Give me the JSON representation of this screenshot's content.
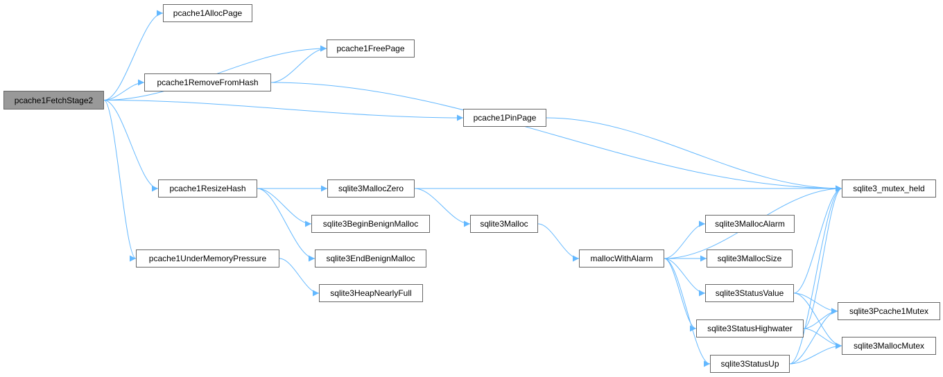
{
  "colors": {
    "edge": "#63b8ff",
    "node_border": "#666666",
    "root_fill": "#999999",
    "node_fill": "#ffffff"
  },
  "nodes": {
    "root": "pcache1FetchStage2",
    "allocPage": "pcache1AllocPage",
    "freePage": "pcache1FreePage",
    "removeFromHash": "pcache1RemoveFromHash",
    "pinPage": "pcache1PinPage",
    "resizeHash": "pcache1ResizeHash",
    "mallocZero": "sqlite3MallocZero",
    "beginBenign": "sqlite3BeginBenignMalloc",
    "endBenign": "sqlite3EndBenignMalloc",
    "underMem": "pcache1UnderMemoryPressure",
    "heapNearlyFull": "sqlite3HeapNearlyFull",
    "malloc": "sqlite3Malloc",
    "mallocWithAlarm": "mallocWithAlarm",
    "mallocAlarm": "sqlite3MallocAlarm",
    "mallocSize": "sqlite3MallocSize",
    "statusValue": "sqlite3StatusValue",
    "statusHighwater": "sqlite3StatusHighwater",
    "statusUp": "sqlite3StatusUp",
    "mutexHeld": "sqlite3_mutex_held",
    "pcache1Mutex": "sqlite3Pcache1Mutex",
    "mallocMutex": "sqlite3MallocMutex"
  },
  "edges": [
    [
      "root",
      "allocPage"
    ],
    [
      "root",
      "freePage"
    ],
    [
      "root",
      "removeFromHash"
    ],
    [
      "root",
      "pinPage"
    ],
    [
      "root",
      "resizeHash"
    ],
    [
      "root",
      "underMem"
    ],
    [
      "removeFromHash",
      "freePage"
    ],
    [
      "removeFromHash",
      "mutexHeld"
    ],
    [
      "pinPage",
      "mutexHeld"
    ],
    [
      "resizeHash",
      "mutexHeld"
    ],
    [
      "resizeHash",
      "mallocZero"
    ],
    [
      "resizeHash",
      "beginBenign"
    ],
    [
      "resizeHash",
      "endBenign"
    ],
    [
      "mallocZero",
      "malloc"
    ],
    [
      "malloc",
      "mallocWithAlarm"
    ],
    [
      "mallocWithAlarm",
      "mutexHeld"
    ],
    [
      "mallocWithAlarm",
      "mallocAlarm"
    ],
    [
      "mallocWithAlarm",
      "mallocSize"
    ],
    [
      "mallocWithAlarm",
      "statusValue"
    ],
    [
      "mallocWithAlarm",
      "statusHighwater"
    ],
    [
      "mallocWithAlarm",
      "statusUp"
    ],
    [
      "underMem",
      "heapNearlyFull"
    ],
    [
      "statusValue",
      "mutexHeld"
    ],
    [
      "statusValue",
      "pcache1Mutex"
    ],
    [
      "statusValue",
      "mallocMutex"
    ],
    [
      "statusHighwater",
      "mutexHeld"
    ],
    [
      "statusHighwater",
      "pcache1Mutex"
    ],
    [
      "statusHighwater",
      "mallocMutex"
    ],
    [
      "statusUp",
      "mutexHeld"
    ],
    [
      "statusUp",
      "pcache1Mutex"
    ],
    [
      "statusUp",
      "mallocMutex"
    ]
  ]
}
